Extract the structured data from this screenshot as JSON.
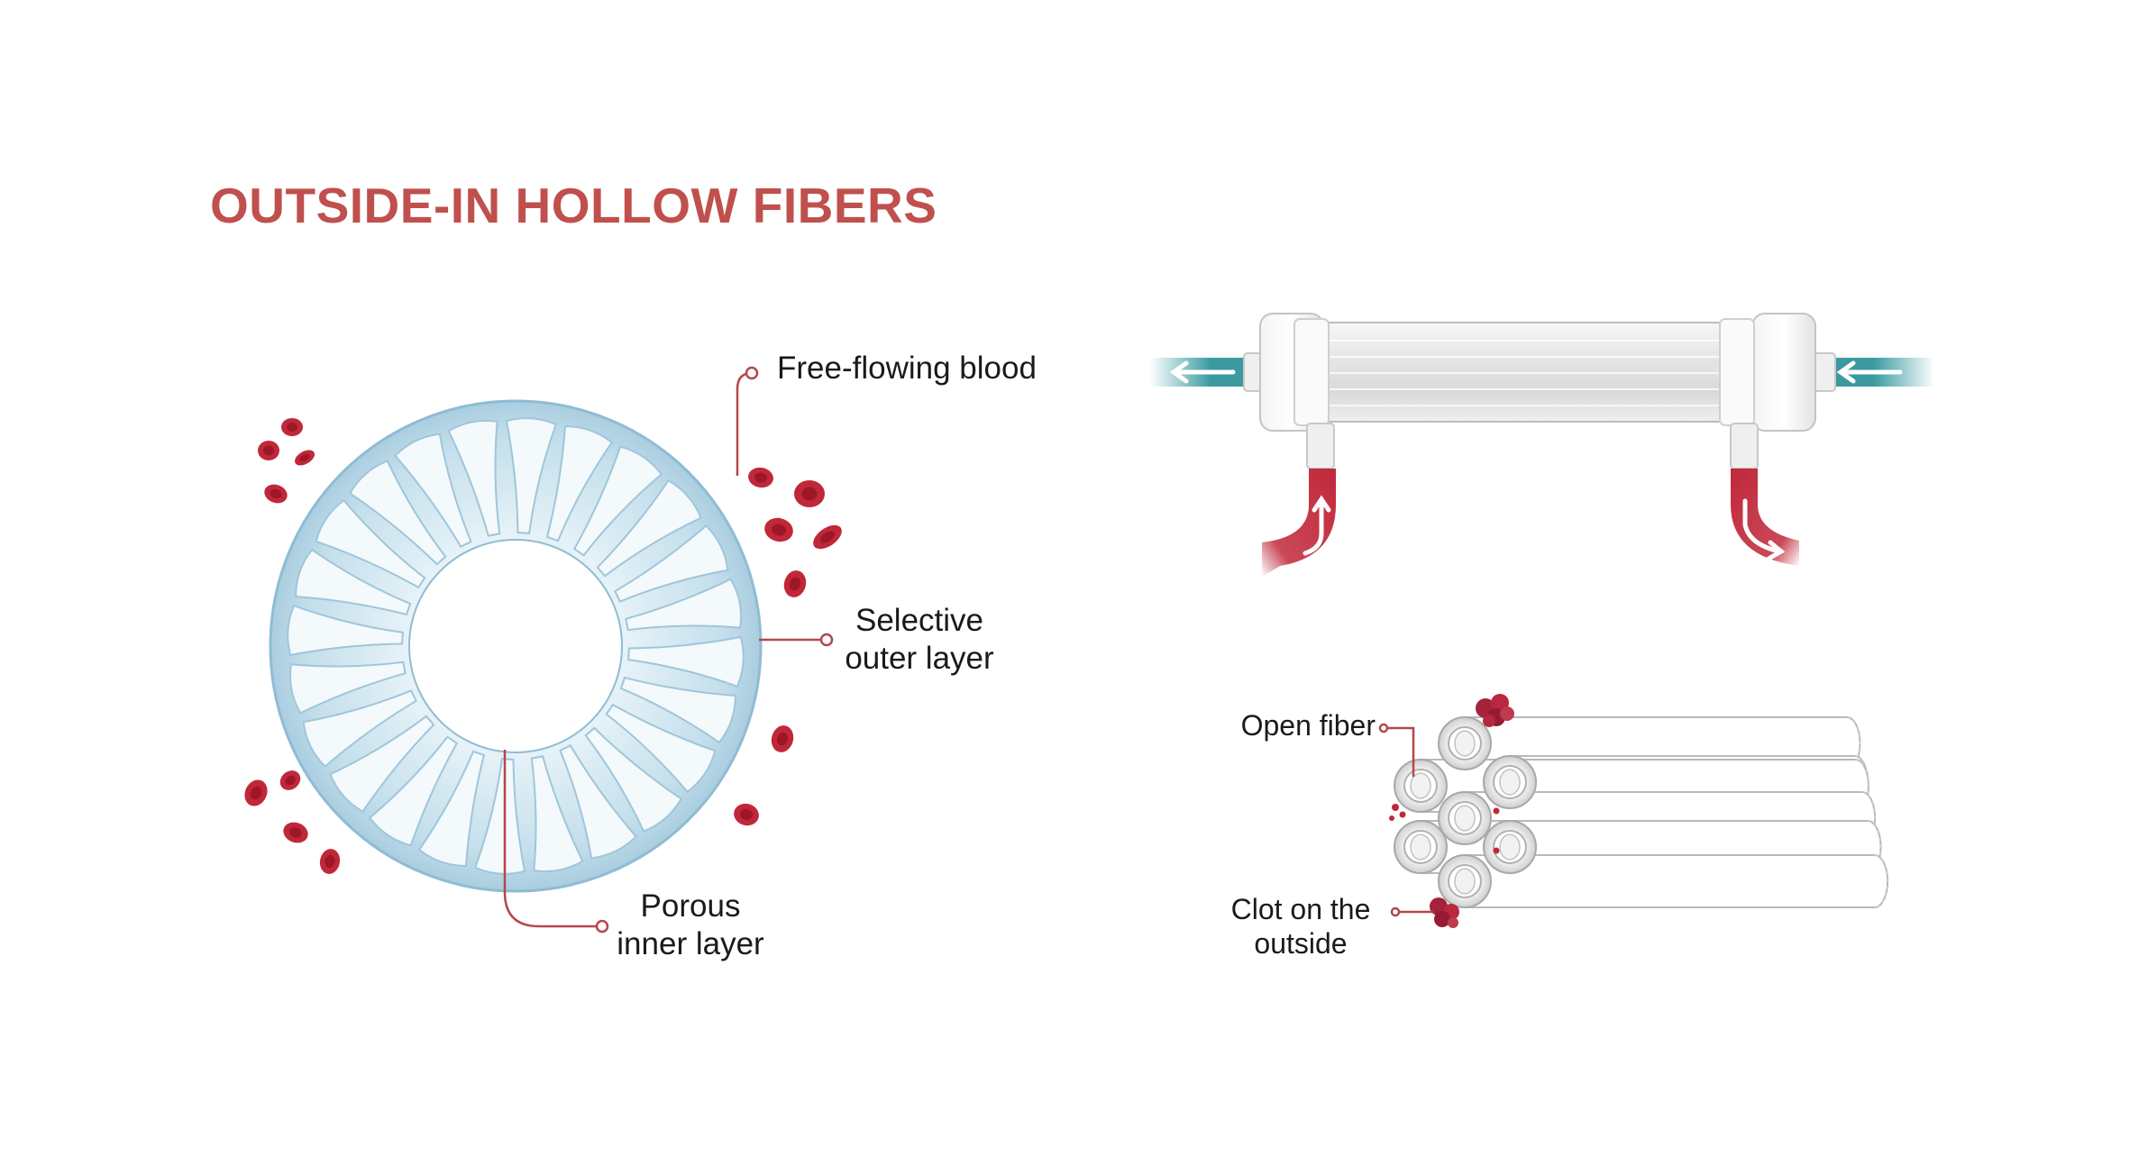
{
  "title": "OUTSIDE-IN HOLLOW FIBERS",
  "labels": {
    "free_flowing_blood": "Free-flowing blood",
    "selective_outer_line1": "Selective",
    "selective_outer_line2": "outer layer",
    "porous_inner_line1": "Porous",
    "porous_inner_line2": "inner layer",
    "open_fiber": "Open fiber",
    "clot_line1": "Clot on the",
    "clot_line2": "outside"
  },
  "colors": {
    "title": "#c0504d",
    "leader": "#b3484a",
    "blood": "#c0283a",
    "ring": "#c9e3ee",
    "ring_edge": "#8fbcd3",
    "dialysate": "#3a9aa0",
    "fiber_edge": "#b9b9b9"
  },
  "icons": {
    "red_blood_cell": "red-blood-cell-icon",
    "flow_arrow": "flow-arrow-icon",
    "clot": "clot-icon"
  }
}
